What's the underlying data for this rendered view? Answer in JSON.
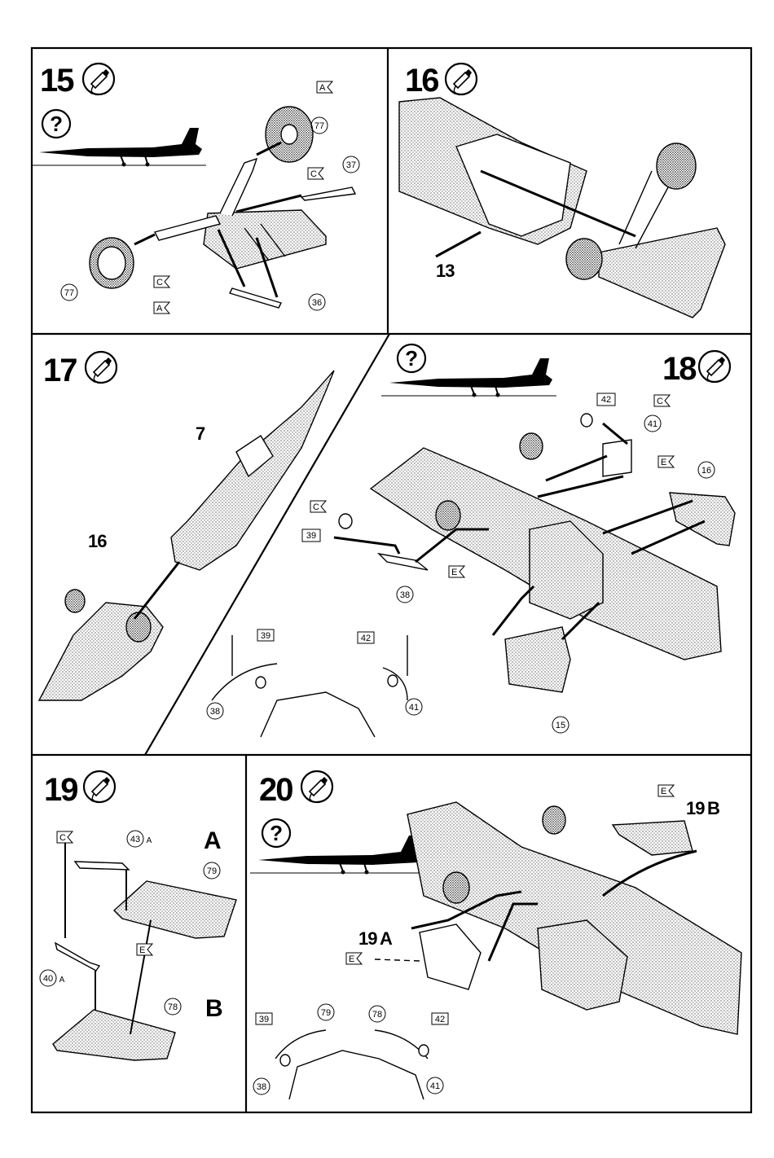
{
  "steps": [
    {
      "number": "15",
      "glue_icon": "glue-tube-icon",
      "help_icon": "question-icon",
      "flags": [
        "A",
        "C",
        "C",
        "A"
      ],
      "parts": [
        "77",
        "37",
        "77",
        "36"
      ]
    },
    {
      "number": "16",
      "glue_icon": "glue-tube-icon",
      "parts": [
        "13"
      ]
    },
    {
      "number": "17",
      "glue_icon": "glue-tube-icon",
      "parts": [
        "7",
        "16"
      ]
    },
    {
      "number": "18",
      "glue_icon": "glue-tube-icon",
      "help_icon": "question-icon",
      "flags": [
        "C",
        "E",
        "C",
        "E"
      ],
      "parts": [
        "42",
        "41",
        "16",
        "39",
        "38",
        "15",
        "39",
        "42",
        "38",
        "41"
      ]
    },
    {
      "number": "19",
      "glue_icon": "glue-tube-icon",
      "flags": [
        "C",
        "E"
      ],
      "parts": [
        "43",
        "79",
        "40",
        "78"
      ],
      "part_suffix": "A",
      "variants": [
        "A",
        "B"
      ]
    },
    {
      "number": "20",
      "glue_icon": "glue-tube-icon",
      "help_icon": "question-icon",
      "flags": [
        "E",
        "E"
      ],
      "parts": [
        "39",
        "79",
        "78",
        "42",
        "38",
        "41"
      ],
      "callouts": [
        "19",
        "B",
        "19",
        "A"
      ]
    }
  ]
}
